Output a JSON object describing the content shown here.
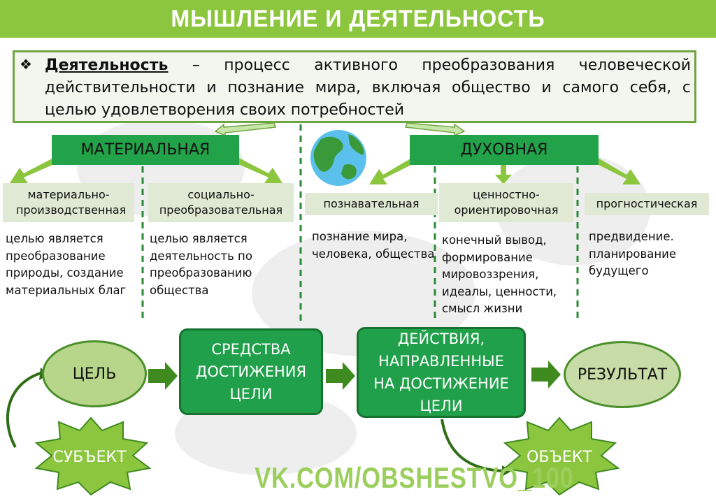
{
  "title": "МЫШЛЕНИЕ И ДЕЯТЕЛЬНОСТЬ",
  "definition": {
    "bullet": "❖",
    "term": "Деятельность",
    "text": " – процесс активного преобразования человеческой действительности и познание мира, включая общество и самого себя, с целью удовлетворения своих потребностей"
  },
  "categories": {
    "material": "МАТЕРИАЛЬНАЯ",
    "spiritual": "ДУХОВНАЯ"
  },
  "subtypes": [
    {
      "label": "материально-производственная",
      "description": "целью является преобразование природы, создание материальных благ"
    },
    {
      "label": "социально-преобразовательная",
      "description": "целью является деятельность по преобразованию общества"
    },
    {
      "label": "познавательная",
      "description": "познание мира, человека, общества"
    },
    {
      "label": "ценностно-ориентировочная",
      "description": "конечный вывод, формирование мировоззрения, идеалы, ценности, смысл жизни"
    },
    {
      "label": "прогностическая",
      "description": "предвидение. планирование будущего"
    }
  ],
  "flow": {
    "goal": "ЦЕЛЬ",
    "means": "СРЕДСТВА ДОСТИЖЕНИЯ ЦЕЛИ",
    "actions": "ДЕЙСТВИЯ, НАПРАВЛЕННЫЕ НА ДОСТИЖЕНИЕ ЦЕЛИ",
    "result": "РЕЗУЛЬТАТ",
    "subject": "СУБЪЕКТ",
    "object": "ОБЪЕКТ"
  },
  "footer": "VK.COM/OBSHESTVO_100",
  "colors": {
    "title_bg": "#8cc63f",
    "header_green": "#22a34a",
    "sub_bg": "#dfe9d3",
    "arrow_light": "#8cc63f",
    "arrow_dark": "#3e8a1f",
    "box_green": "#20a04a"
  },
  "icons": {
    "globe": "globe-icon"
  }
}
